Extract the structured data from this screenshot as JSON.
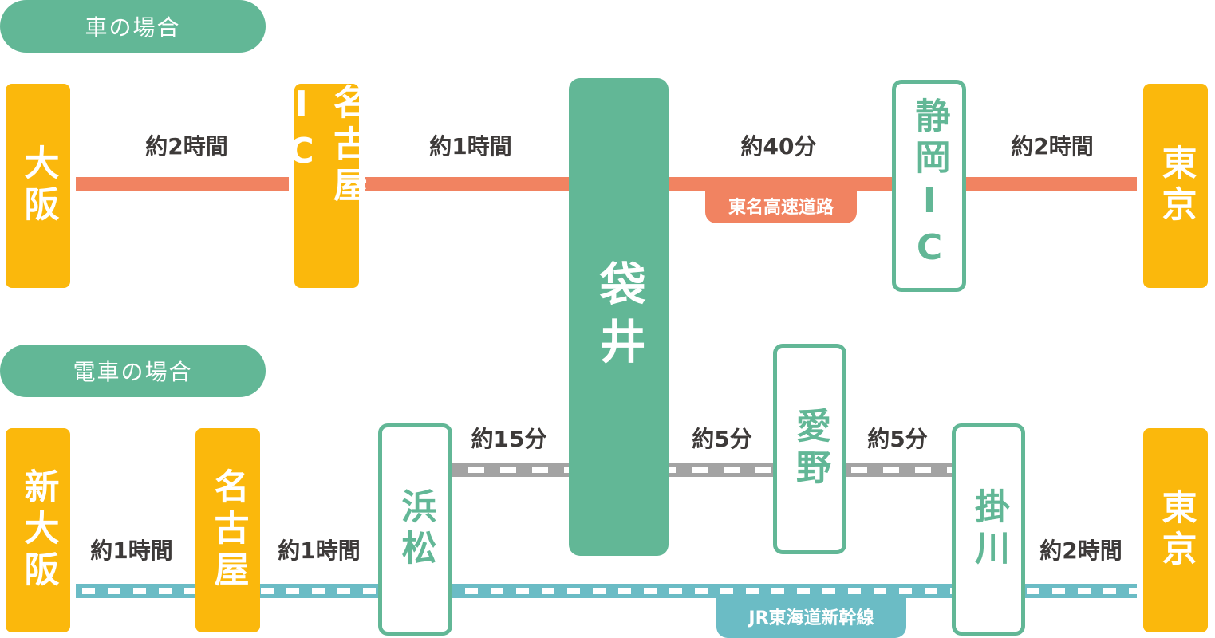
{
  "car": {
    "label": "車の場合",
    "stations": [
      "大阪",
      "名古屋IC",
      "袋井",
      "静岡IC",
      "東京"
    ],
    "times": [
      "約2時間",
      "約1時間",
      "約40分",
      "約2時間"
    ],
    "road": "東名高速道路"
  },
  "train": {
    "label": "電車の場合",
    "stations": [
      "新大阪",
      "名古屋",
      "浜松",
      "愛野",
      "掛川",
      "東京"
    ],
    "times": [
      "約1時間",
      "約1時間",
      "約15分",
      "約5分",
      "約5分",
      "約2時間"
    ],
    "line": "JR東海道新幹線"
  },
  "colors": {
    "green": "#62b796",
    "orange": "#fbb80c",
    "road": "#f18361",
    "local": "#a3a3a3",
    "shinkansen": "#6bbcc5"
  }
}
